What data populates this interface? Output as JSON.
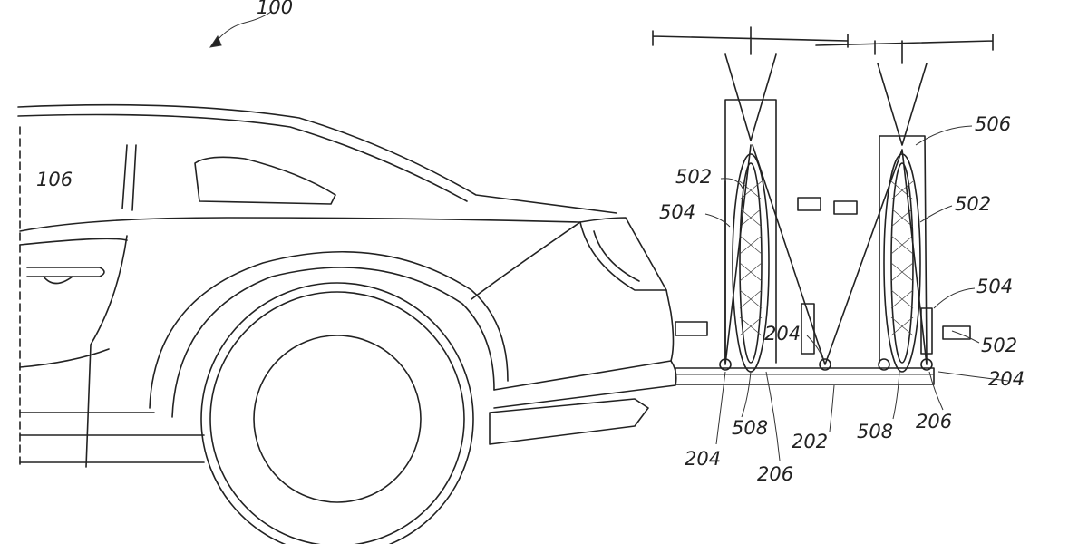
{
  "figure": {
    "labels": {
      "ref_100": "100",
      "ref_106": "106",
      "ref_502_a": "502",
      "ref_504_a": "504",
      "ref_506": "506",
      "ref_502_b": "502",
      "ref_504_b": "504",
      "ref_502_c": "502",
      "ref_204_a": "204",
      "ref_204_b": "204",
      "ref_204_c": "204",
      "ref_508_a": "508",
      "ref_202": "202",
      "ref_508_b": "508",
      "ref_206_a": "206",
      "ref_206_b": "206"
    }
  }
}
